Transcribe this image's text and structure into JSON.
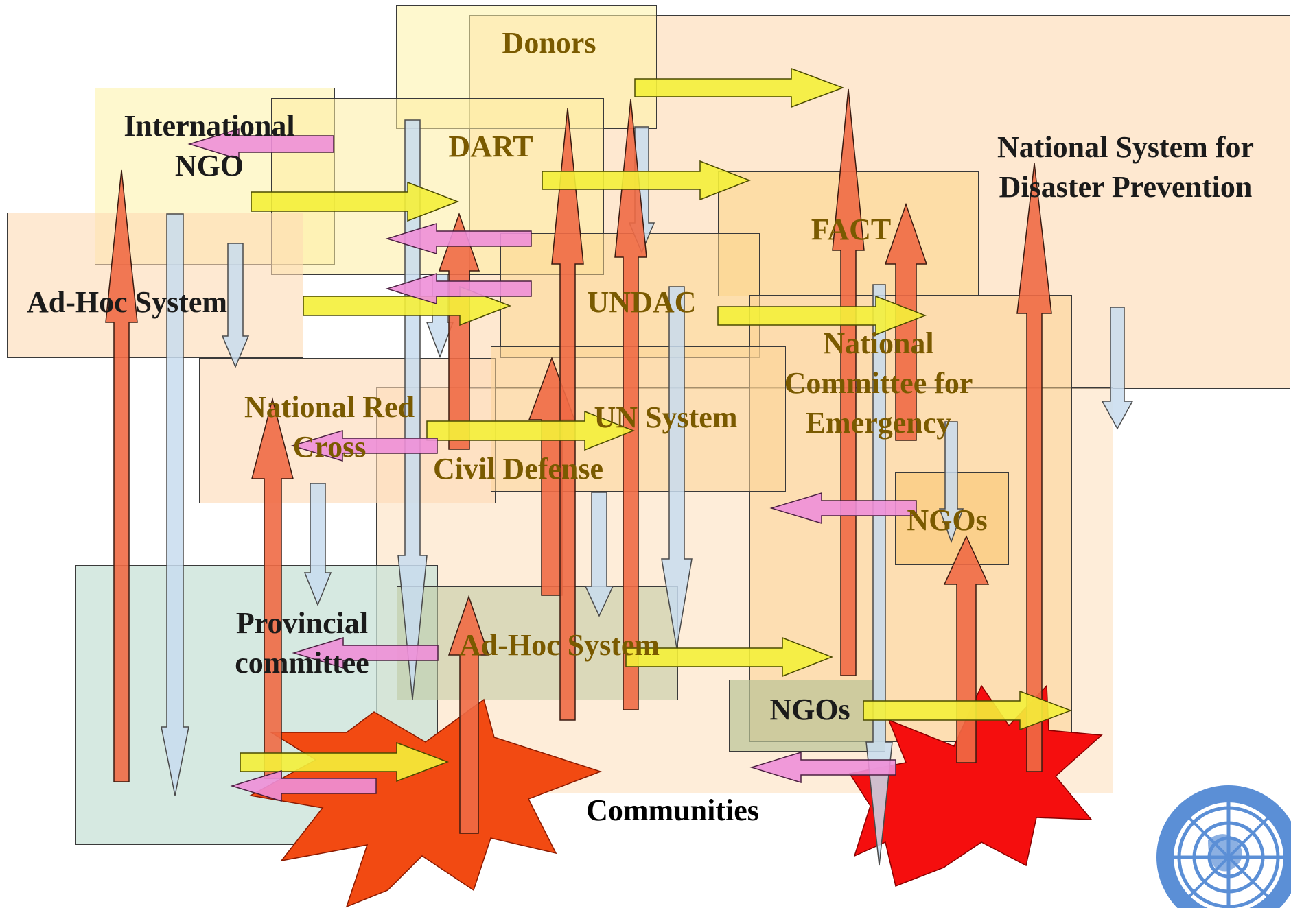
{
  "labels": {
    "donors": "Donors",
    "international_ngo_line1": "International",
    "international_ngo_line2": "NGO",
    "dart": "DART",
    "national_system_line1": "National System for",
    "national_system_line2": "Disaster Prevention",
    "fact": "FACT",
    "adhoc_top": "Ad-Hoc System",
    "undac": "UNDAC",
    "national_committee_line1": "National",
    "national_committee_line2": "Committee for",
    "national_committee_line3": "Emergency",
    "national_red_cross_line1": "National Red",
    "national_red_cross_line2": "Cross",
    "un_system": "UN System",
    "civil_defense": "Civil Defense",
    "ngos_small": "NGOs",
    "provincial_line1": "Provincial",
    "provincial_line2": "committee",
    "adhoc_bottom": "Ad-Hoc System",
    "ngos_bottom": "NGOs",
    "communities": "Communities"
  },
  "colors": {
    "peach_box": "#fde3c4",
    "yellow_box": "#fdf3a6",
    "orange_box": "#fbcf8c",
    "teal_box": "#cfe3da",
    "olive_box": "#c9c9a0",
    "up_arrow": "#f06a45",
    "down_arrow": "#c8dcef",
    "right_arrow": "#f4f03a",
    "left_arrow": "#ee8fd8",
    "burst_orange": "#f24a12",
    "burst_red": "#f50e0e",
    "label_tan": "#7a5a00",
    "un_logo": "#5b8fd6"
  },
  "logo": {
    "name": "united-nations-emblem"
  }
}
